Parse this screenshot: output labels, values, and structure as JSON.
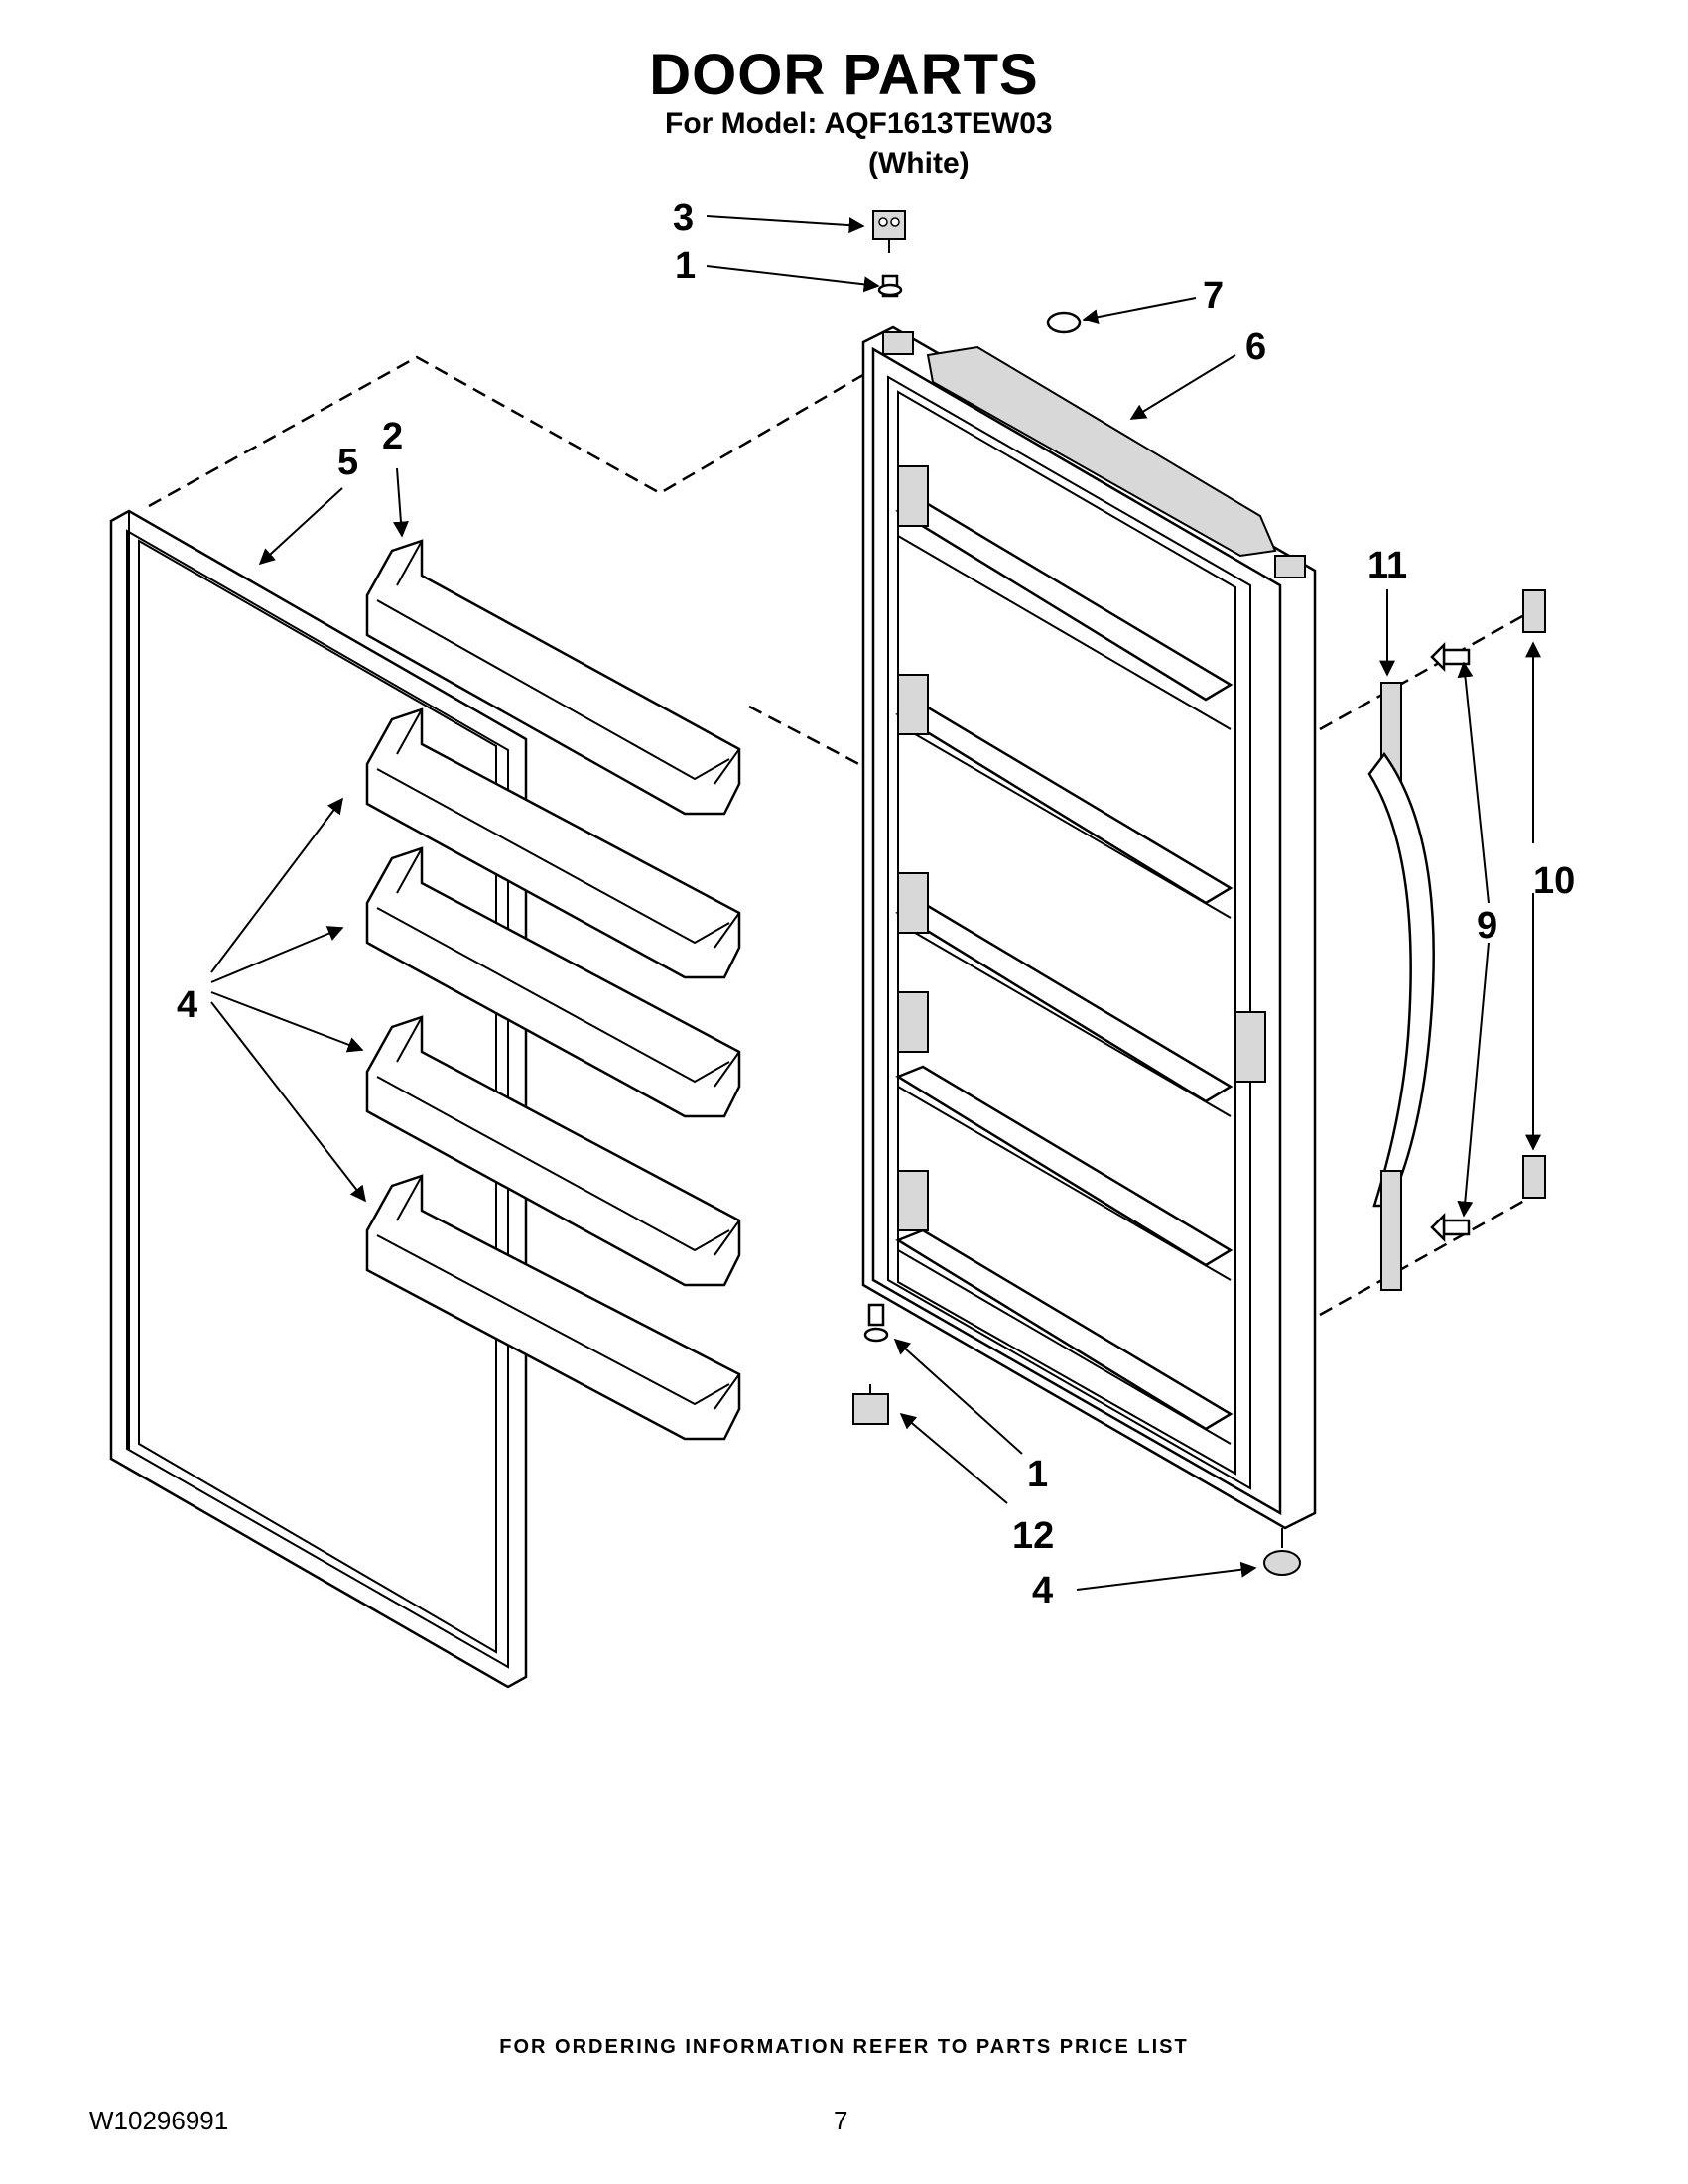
{
  "header": {
    "title": "DOOR PARTS",
    "model_line": "For Model: AQF1613TEW03",
    "color_line": "(White)"
  },
  "callouts": {
    "c3": "3",
    "c1_top": "1",
    "c7": "7",
    "c6": "6",
    "c5": "5",
    "c2": "2",
    "c4_left": "4",
    "c11": "11",
    "c9": "9",
    "c10": "10",
    "c1_bottom": "1",
    "c12": "12",
    "c4_bottom": "4"
  },
  "footer": {
    "ordering_note": "FOR ORDERING INFORMATION REFER TO PARTS PRICE LIST",
    "doc_number": "W10296991",
    "page_number": "7"
  }
}
